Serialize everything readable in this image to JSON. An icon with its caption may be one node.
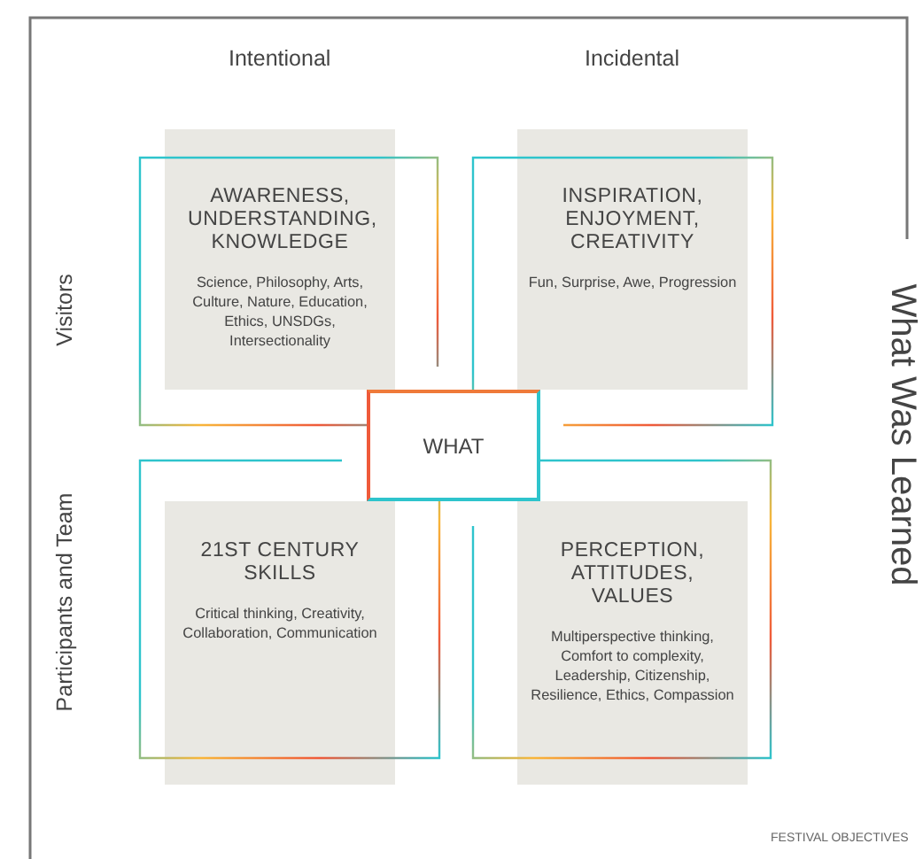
{
  "diagram": {
    "nodes": [
      {
        "text": [
          "AWARENESS, UNDERSTANDING, KNOWLEDGE",
          "Science, Philosophy, Arts, Culture, Nature, Education, Ethics, UNSDGs, Intersectionality"
        ]
      },
      {
        "text": [
          "INSPIRATION, ENJOYMENT, CREATIVITY",
          "Fun, Surprise, Awe, Progression"
        ]
      },
      {
        "text": [
          "WHAT"
        ]
      },
      {
        "text": [
          "21ST CENTURY SKILLS",
          "Critical thinking, Creativity, Collaboration, Communication"
        ]
      },
      {
        "text": [
          "PERCEPTION, ATTITUDES, VALUES",
          "Multiperspective thinking, Comfort to complexity, Leadership, Citizenship, Resilience, Ethics, Compassion"
        ]
      }
    ],
    "labels": [
      "Intentional",
      "Incidental",
      "What Was Learned",
      "Visitors",
      "Participants and Team",
      "FESTIVAL OBJECTIVES"
    ]
  }
}
